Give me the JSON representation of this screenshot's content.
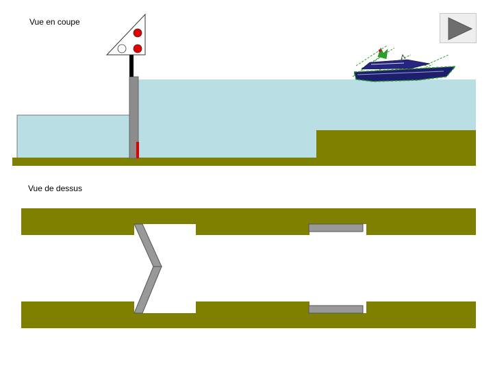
{
  "labels": {
    "section_view": "Vue en coupe",
    "top_view": "Vue de dessus"
  },
  "colors": {
    "water": "#b9dfe4",
    "ground": "#808000",
    "gate": "#999999",
    "gate_edge": "#555555",
    "signal_red": "#e00000",
    "boat_hull": "#1e1e6e",
    "vegetation": "#2aa02a"
  },
  "signal": {
    "lights": [
      "red",
      "red",
      "off"
    ]
  },
  "icons": {
    "next": "play-triangle-icon"
  }
}
